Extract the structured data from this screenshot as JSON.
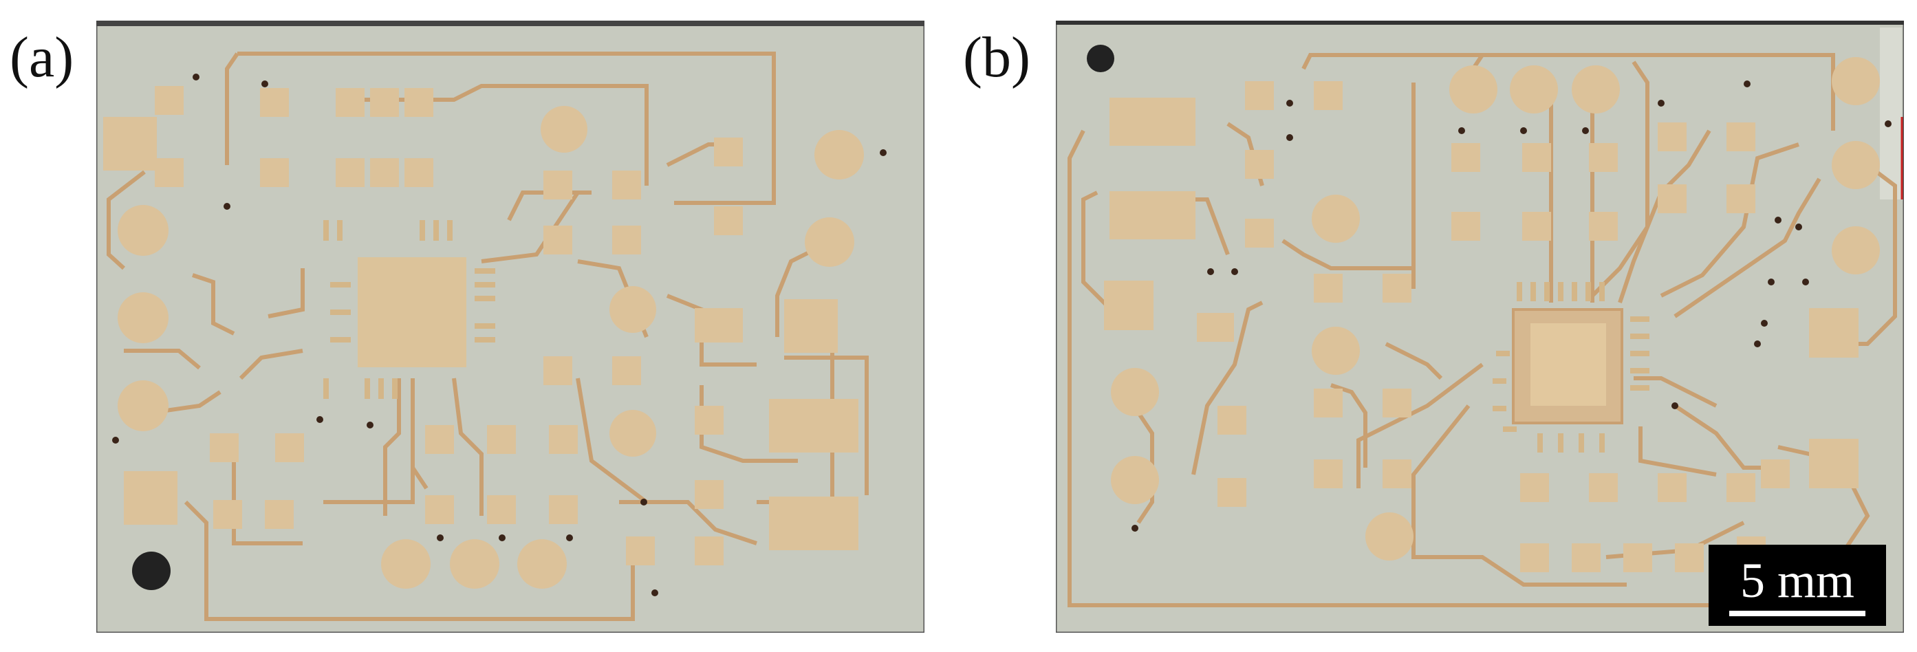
{
  "panels": [
    {
      "label": "(a)",
      "description": "pcb-board-a"
    },
    {
      "label": "(b)",
      "description": "pcb-board-b"
    }
  ],
  "scalebar": {
    "text": "5 mm"
  },
  "colors": {
    "substrate": "#c7cabf",
    "copper": "#d9b98c",
    "copper_trace": "#c9a072",
    "edge": "#3a3a3a",
    "scalebar_bg": "#000000",
    "scalebar_fg": "#ffffff"
  }
}
